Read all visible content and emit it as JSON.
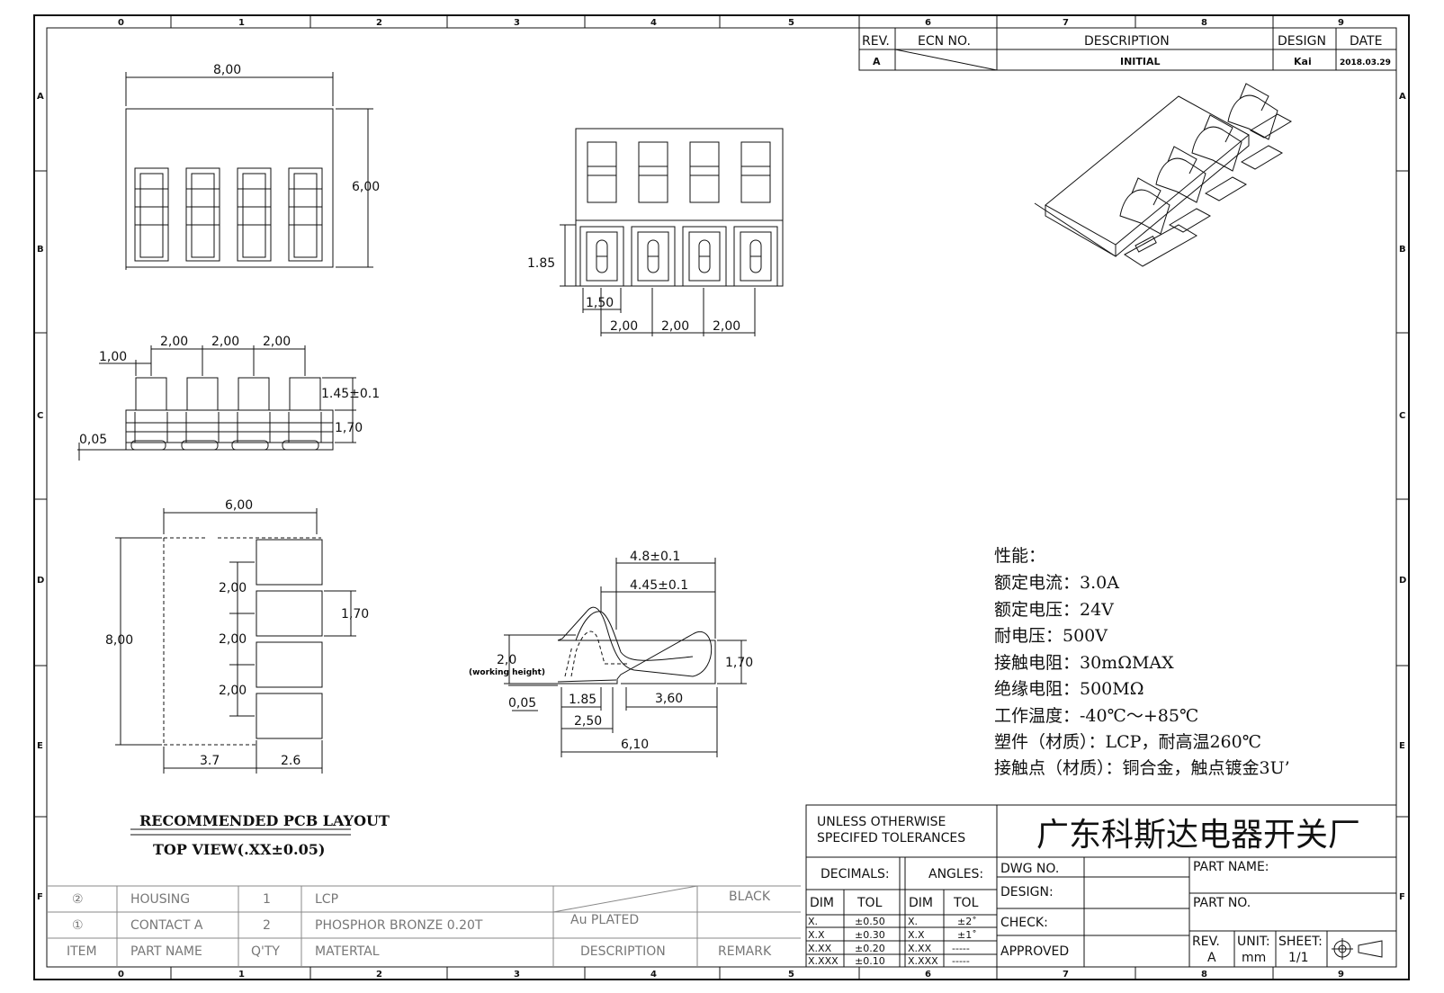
{
  "border": {
    "col_labels": [
      "0",
      "1",
      "2",
      "3",
      "4",
      "5",
      "6",
      "7",
      "8",
      "9"
    ],
    "row_labels": [
      "A",
      "B",
      "C",
      "D",
      "E",
      "F"
    ]
  },
  "revision": {
    "headers": {
      "rev": "REV.",
      "ecn": "ECN  NO.",
      "description": "DESCRIPTION",
      "design": "DESIGN",
      "date": "DATE"
    },
    "row": {
      "rev": "A",
      "description": "INITIAL",
      "design": "Kai",
      "date": "2018.03.29"
    }
  },
  "dims": {
    "top_width": "8,00",
    "top_height": "6,00",
    "side_pitch": [
      "2,00",
      "2,00",
      "2,00"
    ],
    "side_offset": "1,00",
    "side_contact_h": "1.45±0.1",
    "side_body_h": "1,70",
    "side_gap": "0,05",
    "front_h": "1.85",
    "front_w": "1,50",
    "front_pitch": [
      "2,00",
      "2,00",
      "2,00"
    ],
    "pcb_width": "6,00",
    "pcb_height": "8,00",
    "pcb_pitch": [
      "2,00",
      "2,00",
      "2,00"
    ],
    "pcb_pad_h": "1,70",
    "pcb_left": "3.7",
    "pcb_pad_w": "2.6",
    "contact_len1": "4.8±0.1",
    "contact_len2": "4.45±0.1",
    "contact_height": "2,0",
    "contact_working": "(working height)",
    "contact_body_h": "1,70",
    "contact_gap": "0,05",
    "contact_a": "1.85",
    "contact_b": "3,60",
    "contact_c": "2,50",
    "contact_total": "6,10"
  },
  "pcb_note": {
    "title": "RECOMMENDED PCB LAYOUT",
    "subtitle": "TOP VIEW(.XX±0.05)"
  },
  "specs": {
    "heading": "性能：",
    "lines": [
      "额定电流：3.0A",
      "额定电压：24V",
      "耐电压：500V",
      "接触电阻：30mΩMAX",
      "绝缘电阻：500MΩ",
      "工作温度：-40℃～+85℃",
      "塑件（材质）：LCP，耐高温260℃",
      "接触点（材质）：铜合金，触点镀金3U’"
    ]
  },
  "bom": {
    "rows": [
      {
        "item": "②",
        "name": "HOUSING",
        "qty": "1",
        "material": "LCP",
        "description": "",
        "remark": "BLACK"
      },
      {
        "item": "①",
        "name": "CONTACT  A",
        "qty": "2",
        "material": "PHOSPHOR  BRONZE  0.20T",
        "description": "Au  PLATED",
        "remark": ""
      }
    ],
    "header": {
      "item": "ITEM",
      "name": "PART  NAME",
      "qty": "Q'TY",
      "material": "MATERTAL",
      "description": "DESCRIPTION",
      "remark": "REMARK"
    }
  },
  "title_block": {
    "tolerance_title": [
      "UNLESS  OTHERWISE",
      "SPECIFED  TOLERANCES"
    ],
    "decimals": "DECIMALS:",
    "angles": "ANGLES:",
    "dim": "DIM",
    "tol": "TOL",
    "tol_rows": [
      {
        "dim": "X.",
        "tol": "±0.50",
        "adim": "X.",
        "atol": "±2˚"
      },
      {
        "dim": "X.X",
        "tol": "±0.30",
        "adim": "X.X",
        "atol": "±1˚"
      },
      {
        "dim": "X.XX",
        "tol": "±0.20",
        "adim": "X.XX",
        "atol": "-----"
      },
      {
        "dim": "X.XXX",
        "tol": "±0.10",
        "adim": "X.XXX",
        "atol": "-----"
      }
    ],
    "company": "广东科斯达电器开关厂",
    "dwg_no": "DWG  NO.",
    "design": "DESIGN:",
    "check": "CHECK:",
    "approved": "APPROVED",
    "part_name": "PART  NAME:",
    "part_no": "PART  NO.",
    "rev": "REV.",
    "rev_val": "A",
    "unit": "UNIT:",
    "unit_val": "mm",
    "sheet": "SHEET:",
    "sheet_val": "1/1"
  }
}
